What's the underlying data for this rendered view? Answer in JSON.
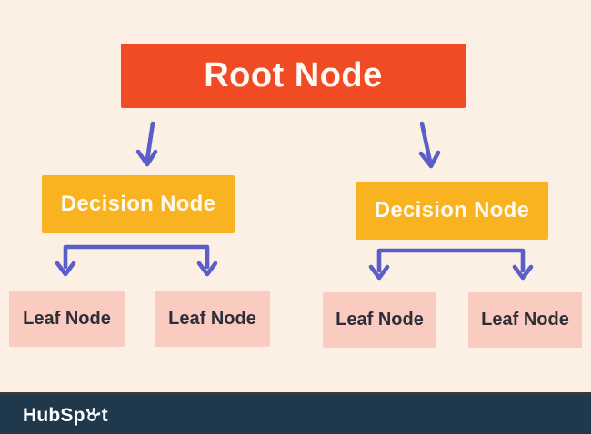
{
  "diagram": {
    "nodes": {
      "root": {
        "label": "Root Node"
      },
      "decision_left": {
        "label": "Decision Node"
      },
      "decision_right": {
        "label": "Decision Node"
      },
      "leaf_1": {
        "label": "Leaf Node"
      },
      "leaf_2": {
        "label": "Leaf Node"
      },
      "leaf_3": {
        "label": "Leaf Node"
      },
      "leaf_4": {
        "label": "Leaf Node"
      }
    },
    "edges": [
      {
        "from": "root",
        "to": "decision_left"
      },
      {
        "from": "root",
        "to": "decision_right"
      },
      {
        "from": "decision_left",
        "to": "leaf_1"
      },
      {
        "from": "decision_left",
        "to": "leaf_2"
      },
      {
        "from": "decision_right",
        "to": "leaf_3"
      },
      {
        "from": "decision_right",
        "to": "leaf_4"
      }
    ]
  },
  "footer": {
    "brand_name": "HubSpot",
    "brand_prefix": "HubSp",
    "brand_suffix": "t"
  },
  "colors": {
    "background": "#FCEFE4",
    "root_node": "#F14B26",
    "decision_node": "#F9B220",
    "leaf_node": "#FACBC0",
    "arrow": "#5A5EC8",
    "footer_bar": "#1F384B",
    "root_text": "#FFFAF3",
    "decision_text": "#FFF9F0",
    "leaf_text": "#2E2E38",
    "logo_text": "#FFFFFF"
  }
}
